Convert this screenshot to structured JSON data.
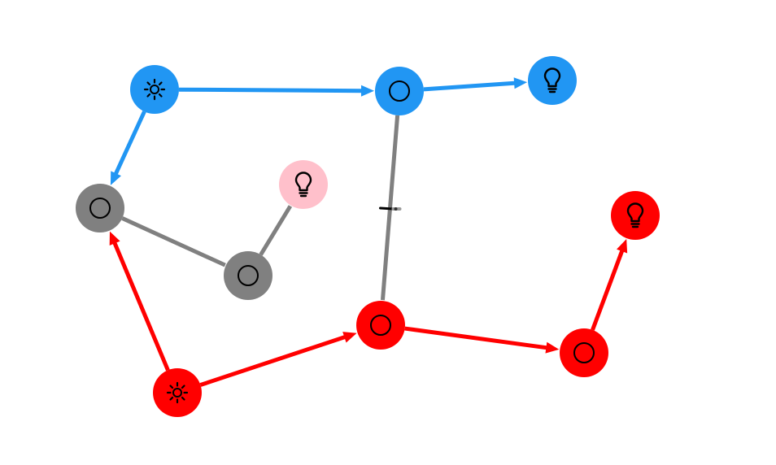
{
  "diagram": {
    "colors": {
      "blue": "#2196f3",
      "red": "#ff0000",
      "gray": "#808080",
      "pink": "#ffc0cb",
      "icon": "#000000",
      "background": "#ffffff"
    },
    "nodes": [
      {
        "id": "blue-source",
        "color": "blue",
        "icon": "sun-icon"
      },
      {
        "id": "blue-hub",
        "color": "blue",
        "icon": "circle-icon"
      },
      {
        "id": "blue-bulb",
        "color": "blue",
        "icon": "lightbulb-icon"
      },
      {
        "id": "gray-left",
        "color": "gray",
        "icon": "circle-icon"
      },
      {
        "id": "gray-mid",
        "color": "gray",
        "icon": "circle-icon"
      },
      {
        "id": "pink-bulb",
        "color": "pink",
        "icon": "lightbulb-icon"
      },
      {
        "id": "red-source",
        "color": "red",
        "icon": "sun-icon"
      },
      {
        "id": "red-hub",
        "color": "red",
        "icon": "circle-icon"
      },
      {
        "id": "red-right",
        "color": "red",
        "icon": "circle-icon"
      },
      {
        "id": "red-bulb",
        "color": "red",
        "icon": "lightbulb-icon"
      }
    ],
    "edges": [
      {
        "from": "blue-source",
        "to": "blue-hub",
        "color": "blue",
        "arrow": true
      },
      {
        "from": "blue-hub",
        "to": "blue-bulb",
        "color": "blue",
        "arrow": true
      },
      {
        "from": "blue-source",
        "to": "gray-left",
        "color": "blue",
        "arrow": true
      },
      {
        "from": "gray-left",
        "to": "gray-mid",
        "color": "gray",
        "arrow": false
      },
      {
        "from": "gray-mid",
        "to": "pink-bulb",
        "color": "gray",
        "arrow": false
      },
      {
        "from": "blue-hub",
        "to": "red-hub",
        "color": "gray",
        "arrow": false,
        "marker": "switch-icon"
      },
      {
        "from": "red-source",
        "to": "gray-left",
        "color": "red",
        "arrow": true
      },
      {
        "from": "red-source",
        "to": "red-hub",
        "color": "red",
        "arrow": true
      },
      {
        "from": "red-hub",
        "to": "red-right",
        "color": "red",
        "arrow": true
      },
      {
        "from": "red-right",
        "to": "red-bulb",
        "color": "red",
        "arrow": true
      }
    ]
  }
}
